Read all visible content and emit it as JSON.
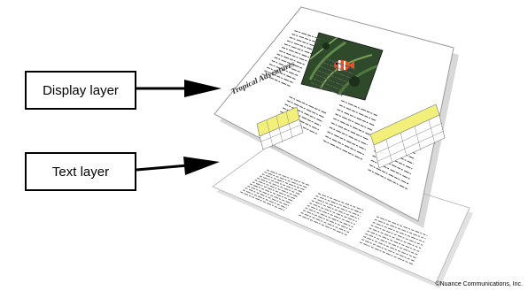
{
  "labels": {
    "display_layer": "Display layer",
    "text_layer": "Text layer"
  },
  "display_page": {
    "headline": "Tropical Adventures"
  },
  "copyright": "©Nuance Communications, Inc.",
  "colors": {
    "accent_yellow": "#f2ef7a",
    "page_shadow": "#b8b8b8",
    "text_lines": "#555555",
    "photo_background": "#2f4a2a",
    "fish_orange": "#e8532a"
  },
  "icons": {
    "display_arrow": "right-arrow-icon",
    "text_arrow": "right-arrow-icon"
  }
}
